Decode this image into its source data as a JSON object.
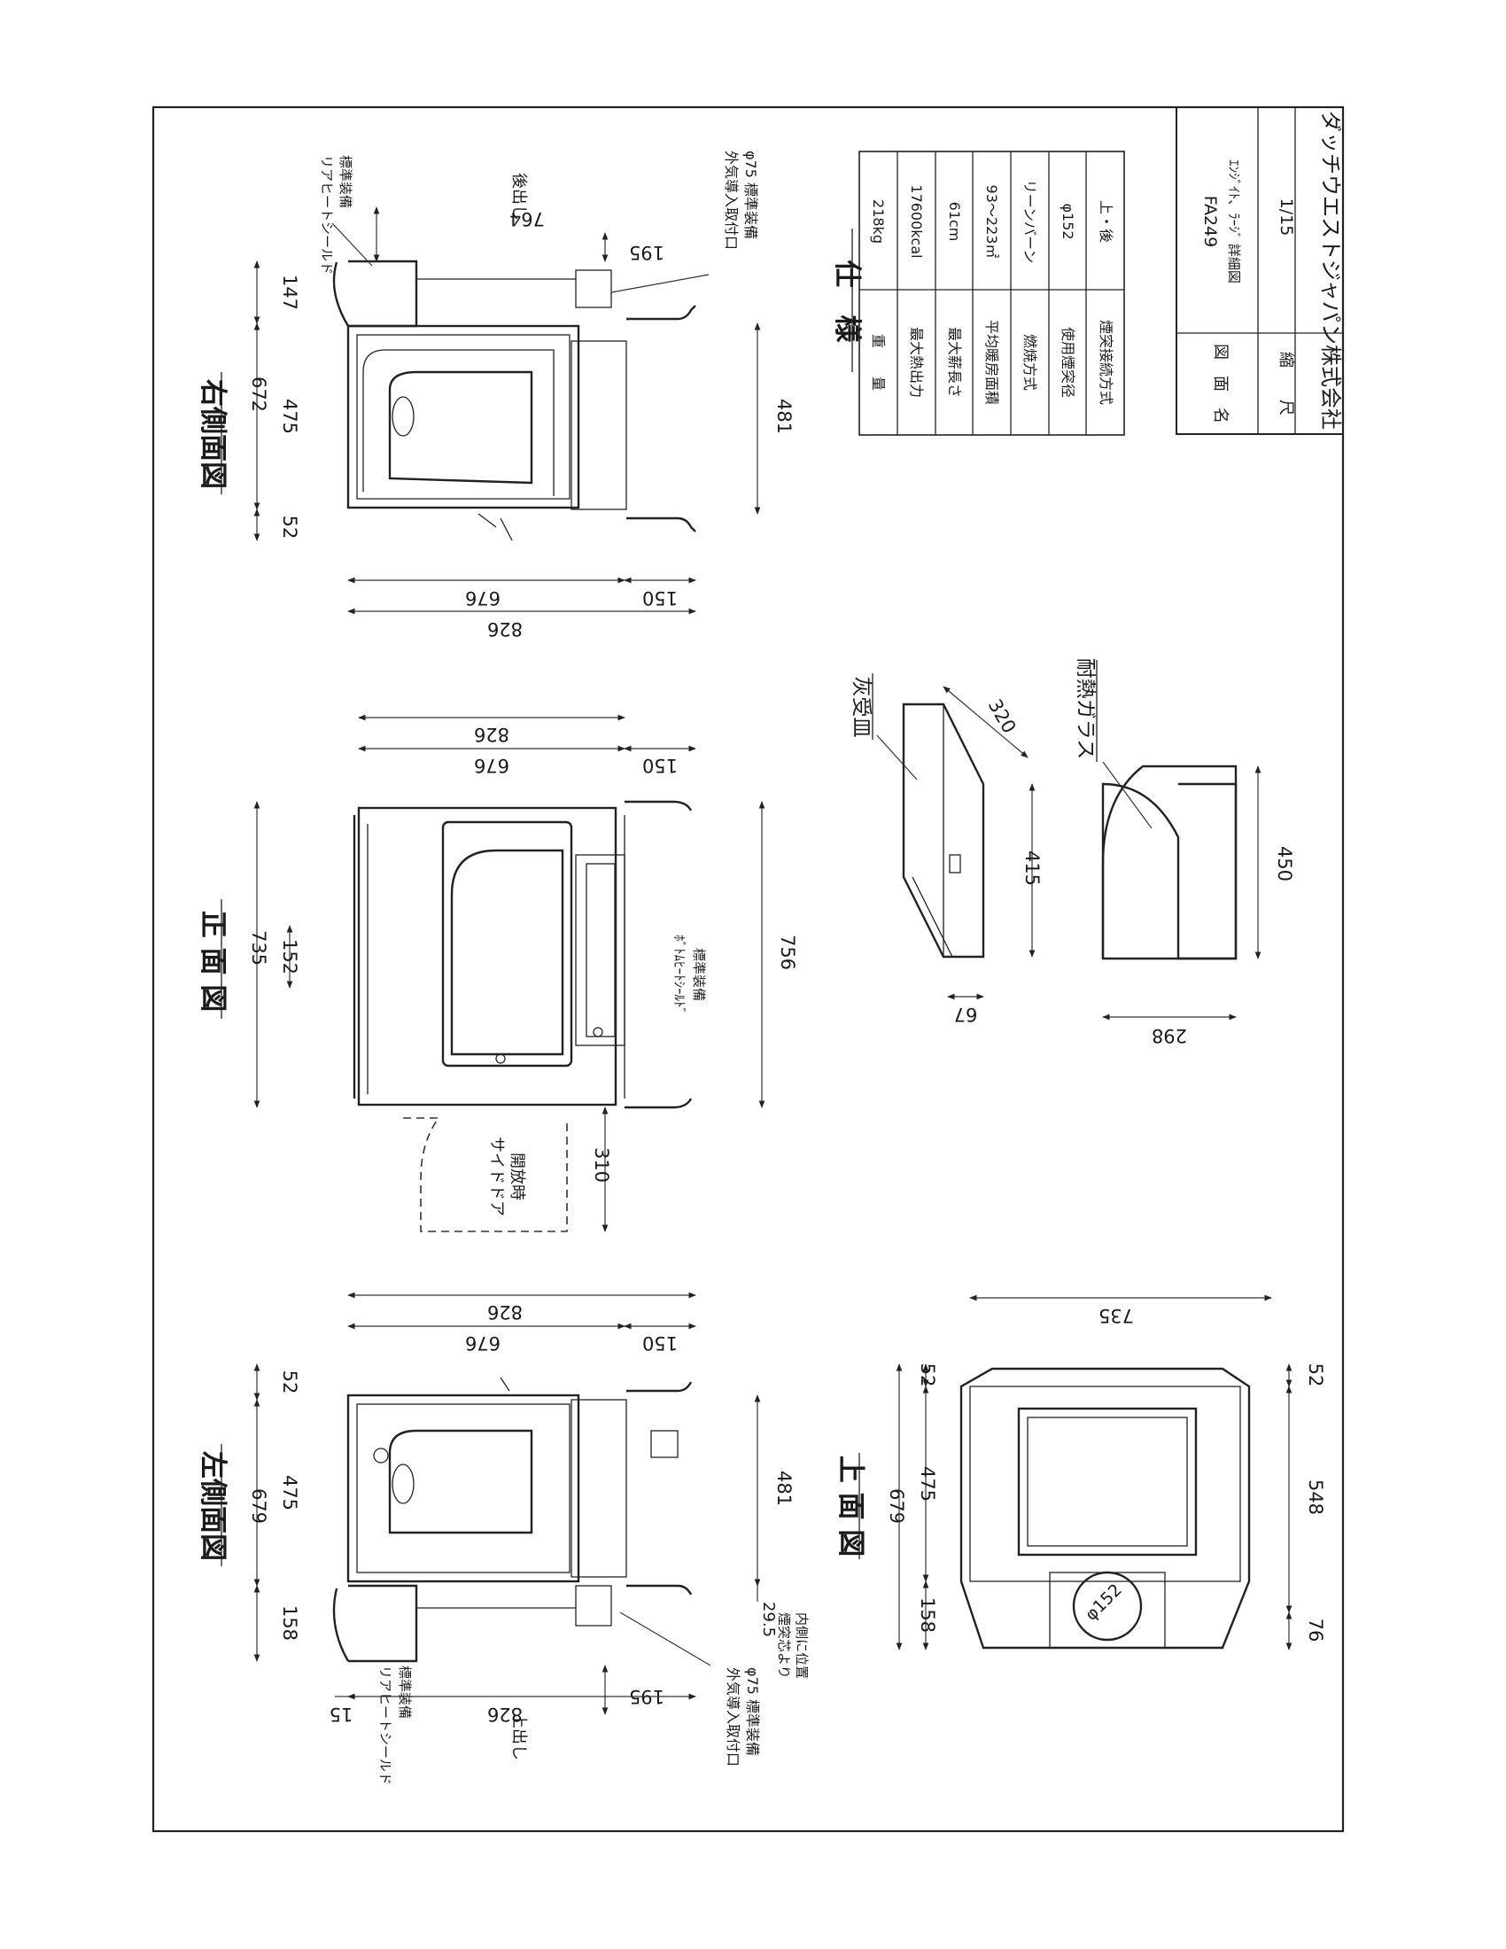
{
  "sheet": {
    "model_code": "FA249",
    "drawing_name_label": "図　面　名",
    "drawing_name": "ｴﾝｼﾞｲﾄ、ﾗｰｼﾞ 詳細図",
    "scale_label": "縮　　尺",
    "scale": "1/15",
    "company": "ダッチウエストジャパン株式会社"
  },
  "spec": {
    "title": "仕　様",
    "rows": [
      {
        "label": "重　　量",
        "value": "218kg"
      },
      {
        "label": "最大熱出力",
        "value": "17600kcal"
      },
      {
        "label": "最大薪長さ",
        "value": "61cm"
      },
      {
        "label": "平均暖房面積",
        "value": "93〜223㎡"
      },
      {
        "label": "燃焼方式",
        "value": "リーンバーン"
      },
      {
        "label": "使用煙突径",
        "value": "φ152"
      },
      {
        "label": "煙突接続方式",
        "value": "上・後"
      }
    ]
  },
  "views": {
    "right_side": {
      "title": "右側面図",
      "rear_heat_shield": "リアヒートシールド",
      "rear_heat_shield_std": "標準装備",
      "outlet": "後出し",
      "air_inlet": "外気導入取付口",
      "air_inlet_std": "φ75 標準装備",
      "dims": {
        "d764": "764",
        "d195": "195",
        "d147": "147",
        "d672": "672",
        "d475": "475",
        "d52": "52",
        "d481": "481",
        "d676": "676",
        "d150": "150",
        "d826": "826"
      }
    },
    "front": {
      "title": "正 面 図",
      "bottom_heat_shield": "ﾎﾞﾄﾑﾋｰﾄｼｰﾙﾄﾞ",
      "bottom_heat_shield_std": "標準装備",
      "side_door": "サイドドア",
      "side_door_open": "開放時",
      "dims": {
        "d826": "826",
        "d676": "676",
        "d150": "150",
        "d735": "735",
        "d152": "152",
        "d756": "756",
        "d310": "310"
      }
    },
    "left_side": {
      "title": "左側面図",
      "rear_heat_shield": "リアヒートシールド",
      "rear_heat_shield_std": "標準装備",
      "outlet": "上出し",
      "air_inlet": "外気導入取付口",
      "air_inlet_std": "φ75 標準装備",
      "flue_note_1": "煙突芯より",
      "flue_note_2": "内側に位置",
      "dims": {
        "d826t": "826",
        "d676": "676",
        "d150": "150",
        "d52": "52",
        "d679": "679",
        "d475": "475",
        "d158": "158",
        "d481": "481",
        "d29_5": "29.5",
        "d195": "195",
        "d15": "15",
        "d826b": "826"
      }
    },
    "top": {
      "title": "上 面 図",
      "dims": {
        "d735": "735",
        "d52l": "52",
        "d679": "679",
        "d475": "475",
        "d158": "158",
        "d52r": "52",
        "d548": "548",
        "d76": "76",
        "flue": "φ152"
      }
    },
    "ash_pan": {
      "title": "灰受皿",
      "dims": {
        "d320": "320",
        "d415": "415",
        "d67": "67"
      }
    },
    "glass": {
      "title": "耐熱ガラス",
      "dims": {
        "d450": "450",
        "d298": "298"
      }
    }
  }
}
